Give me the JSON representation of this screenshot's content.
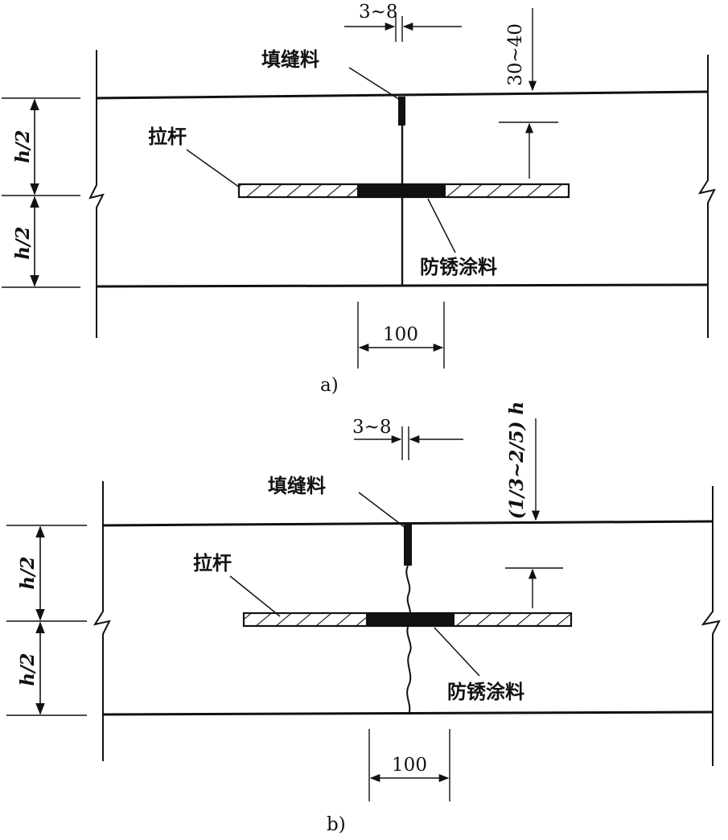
{
  "figure_a": {
    "caption": "a)",
    "joint_width": "3~8",
    "seal_depth": "30~40",
    "half_depth_top": "h/2",
    "half_depth_bottom": "h/2",
    "tie_bar_label": "拉杆",
    "filler_label": "填缝料",
    "coating_label": "防锈涂料",
    "coating_length": "100"
  },
  "figure_b": {
    "caption": "b)",
    "joint_width": "3~8",
    "seal_depth": "(1/3~2/5) h",
    "half_depth_top": "h/2",
    "half_depth_bottom": "h/2",
    "tie_bar_label": "拉杆",
    "filler_label": "填缝料",
    "coating_label": "防锈涂料",
    "coating_length": "100"
  }
}
